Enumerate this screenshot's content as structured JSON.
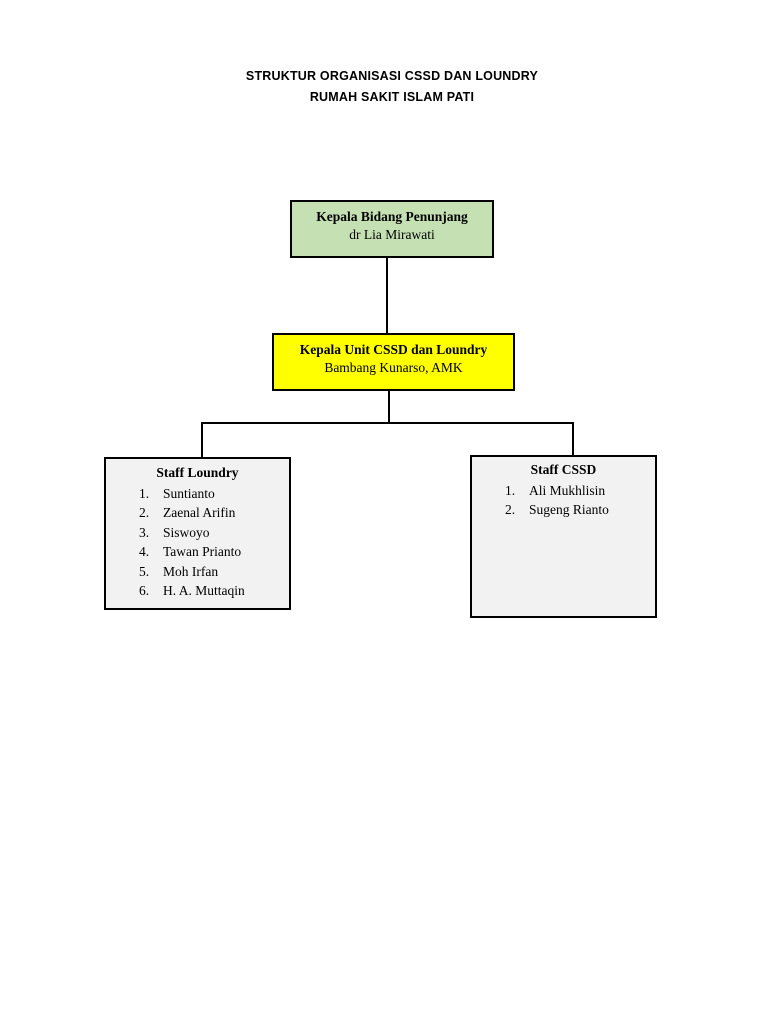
{
  "title": {
    "line1": "STRUKTUR ORGANISASI CSSD DAN LOUNDRY",
    "line2": "RUMAH SAKIT ISLAM PATI"
  },
  "colors": {
    "head_fill": "#c5e0b3",
    "unit_fill": "#ffff00",
    "staff_fill": "#f2f2f2"
  },
  "head": {
    "position": "Kepala Bidang Penunjang",
    "name": "dr Lia Mirawati"
  },
  "unit": {
    "position": "Kepala Unit CSSD dan Loundry",
    "name": "Bambang Kunarso, AMK"
  },
  "staff_loundry": {
    "title": "Staff Loundry",
    "members": [
      {
        "num": "1.",
        "name": "Suntianto"
      },
      {
        "num": "2.",
        "name": "Zaenal Arifin"
      },
      {
        "num": "3.",
        "name": "Siswoyo"
      },
      {
        "num": "4.",
        "name": "Tawan Prianto"
      },
      {
        "num": "5.",
        "name": "Moh Irfan"
      },
      {
        "num": "6.",
        "name": "H. A. Muttaqin"
      }
    ]
  },
  "staff_cssd": {
    "title": "Staff CSSD",
    "members": [
      {
        "num": "1.",
        "name": "Ali Mukhlisin"
      },
      {
        "num": "2.",
        "name": "Sugeng Rianto"
      }
    ]
  }
}
